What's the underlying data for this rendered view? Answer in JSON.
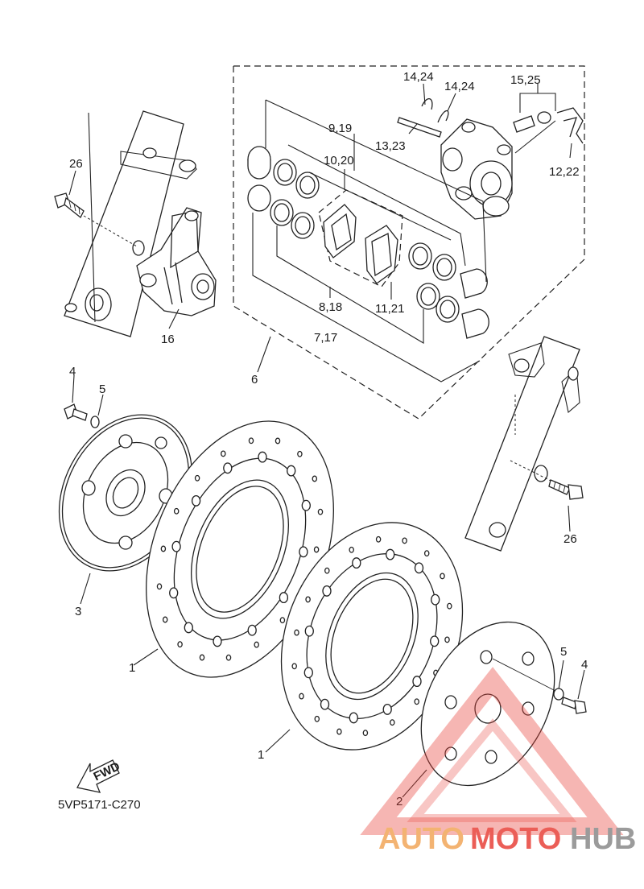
{
  "diagram": {
    "drawing_code": "5VP5171-C270",
    "fwd_label": "FWD",
    "callouts": {
      "c1a": "1",
      "c1b": "1",
      "c2": "2",
      "c3": "3",
      "c4a": "4",
      "c4b": "4",
      "c5a": "5",
      "c5b": "5",
      "c6": "6",
      "c7": "7,17",
      "c8": "8,18",
      "c9": "9,19",
      "c10": "10,20",
      "c11": "11,21",
      "c12": "12,22",
      "c13": "13,23",
      "c14a": "14,24",
      "c14b": "14,24",
      "c15": "15,25",
      "c16": "16",
      "c26a": "26",
      "c26b": "26"
    }
  },
  "watermark": {
    "brand_part1": "AUTO",
    "brand_part2": "MOTO",
    "brand_part3": "HUB",
    "colors": {
      "orange": "#f2a65a",
      "red": "#e8433a",
      "gray": "#8a8a8a"
    }
  }
}
